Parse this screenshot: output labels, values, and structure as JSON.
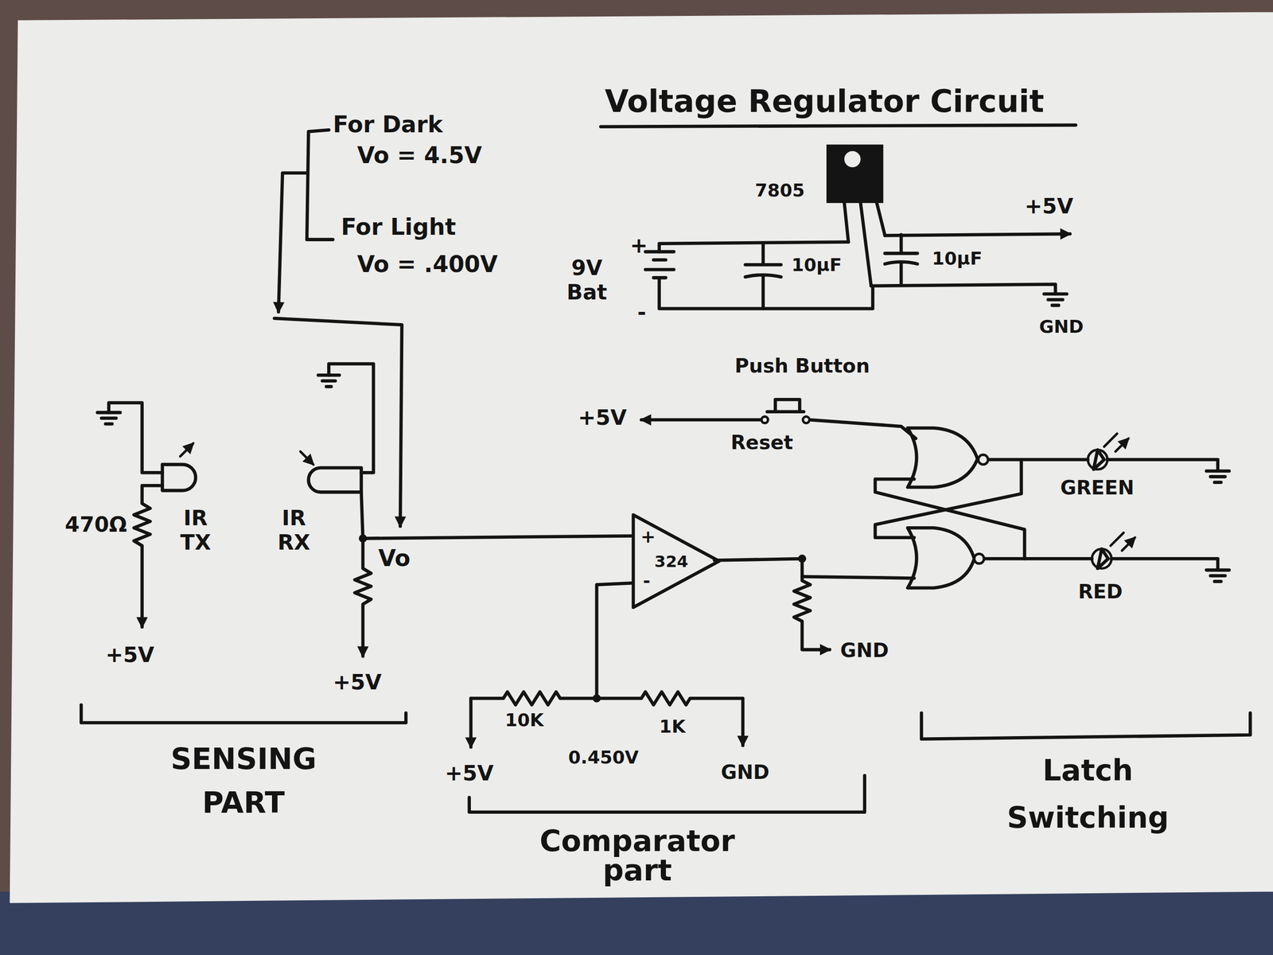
{
  "diagram": {
    "title": "Voltage Regulator Circuit",
    "nodes": [
      {
        "text": [
          "324"
        ]
      }
    ],
    "labels": [
      "For Dark",
      "Vo = 4.5V",
      "For Light",
      "Vo = .400V",
      "7805",
      "+5V",
      "+",
      "9V Bat",
      "-",
      "10μF",
      "10μF",
      "GND",
      "Push Button",
      "+5V",
      "Reset",
      "GREEN",
      "RED",
      "470Ω",
      "IR TX",
      "IR RX",
      "Vo",
      "+5V",
      "+5V",
      "+",
      "-",
      "GND",
      "10K",
      "1K",
      "0.450V",
      "+5V",
      "GND",
      "SENSING PART",
      "Comparator part",
      "Latch Switching"
    ]
  }
}
